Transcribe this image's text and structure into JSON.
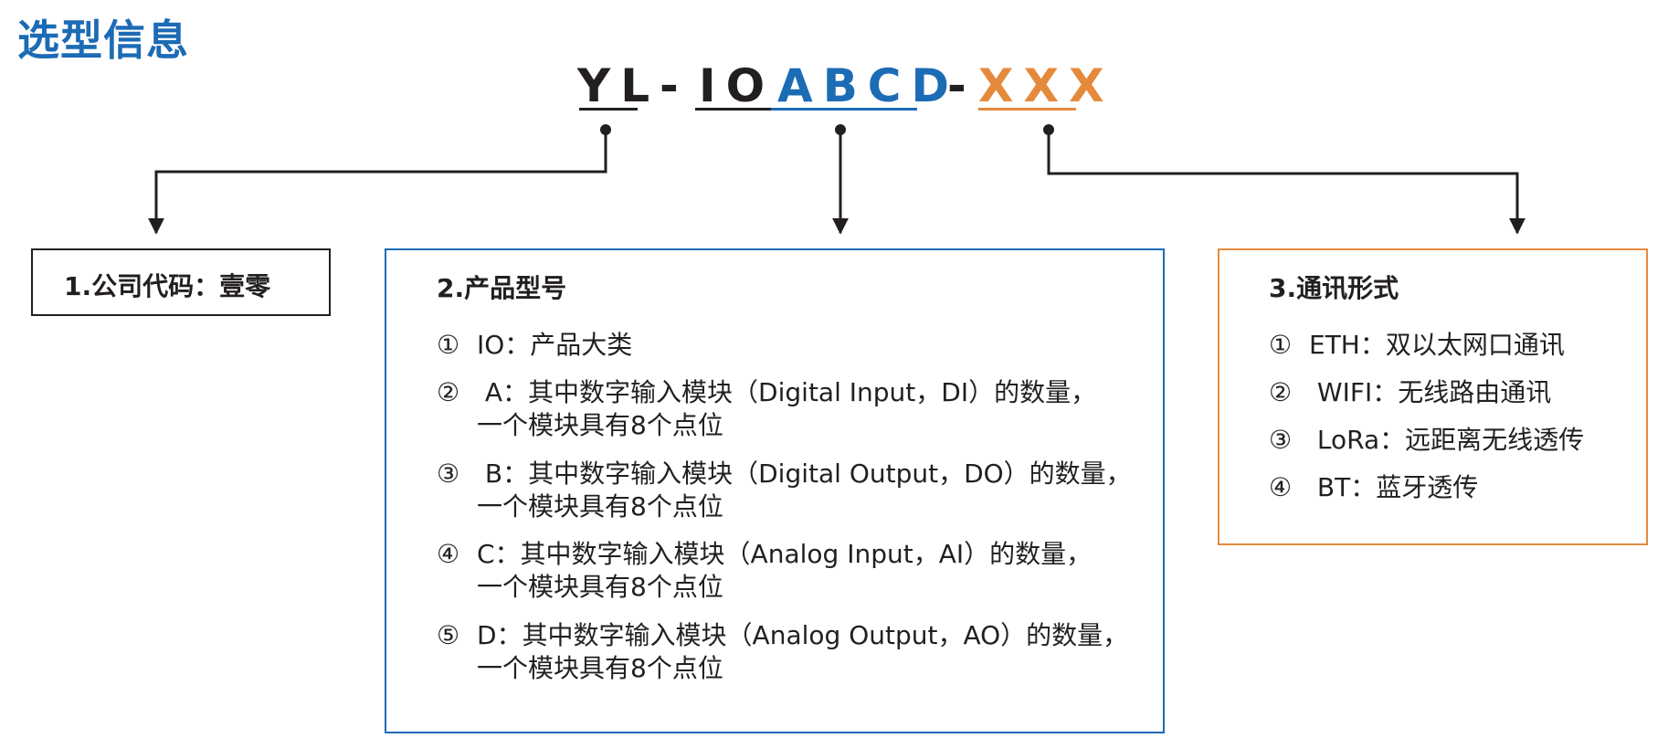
{
  "page_title": "选型信息",
  "code": {
    "company": "YL",
    "dash1": "-",
    "io": "IO",
    "abcd": "ABCD",
    "dash2": "-",
    "comm": "XXX"
  },
  "colors": {
    "black": "#231f20",
    "blue": "#1c6bb5",
    "orange": "#e58a3c"
  },
  "company_box": {
    "title": "1.公司代码：壹零"
  },
  "model_box": {
    "title": "2.产品型号",
    "items": [
      {
        "num": "①",
        "line1": "IO：产品大类"
      },
      {
        "num": "②",
        "line1": " A：其中数字输入模块（Digital Input，DI）的数量，",
        "line2": "一个模块具有8个点位"
      },
      {
        "num": "③",
        "line1": " B：其中数字输入模块（Digital Output，DO）的数量，",
        "line2": "一个模块具有8个点位"
      },
      {
        "num": "④",
        "line1": "C：其中数字输入模块（Analog Input，AI）的数量，",
        "line2": "一个模块具有8个点位"
      },
      {
        "num": "⑤",
        "line1": "D：其中数字输入模块（Analog Output，AO）的数量，",
        "line2": "一个模块具有8个点位"
      }
    ]
  },
  "comm_box": {
    "title": "3.通讯形式",
    "items": [
      {
        "num": "①",
        "text": "ETH：双以太网口通讯"
      },
      {
        "num": "②",
        "text": " WIFI：无线路由通讯"
      },
      {
        "num": "③",
        "text": " LoRa：远距离无线透传"
      },
      {
        "num": "④",
        "text": " BT：蓝牙透传"
      }
    ]
  }
}
